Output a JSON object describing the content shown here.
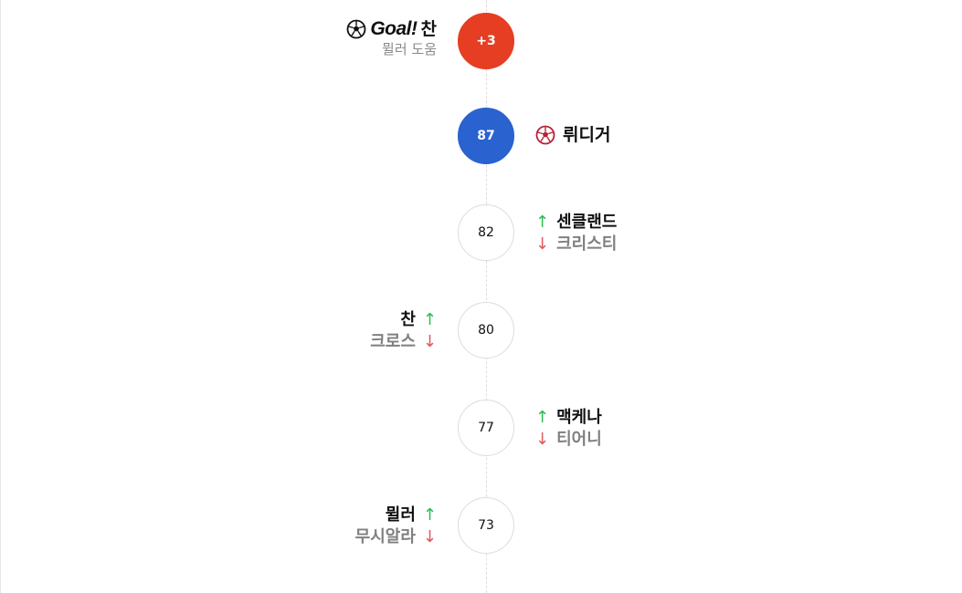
{
  "colors": {
    "goal_red": "#e53e22",
    "goal_blue": "#2a62cf",
    "sub_in_arrow": "#2dbb52",
    "sub_out_arrow": "#e0595a",
    "own_goal_ball": "#b8213a"
  },
  "events": [
    {
      "type": "goal",
      "side": "left",
      "minute": "+3",
      "goal_label": "Goal!",
      "scorer": "찬",
      "assist": "뮐러 도움",
      "icon": "soccer-ball-icon"
    },
    {
      "type": "own-goal",
      "side": "right",
      "minute": "87",
      "scorer": "뤼디거",
      "icon": "soccer-ball-red-icon"
    },
    {
      "type": "substitution",
      "side": "right",
      "minute": "82",
      "player_in": "센클랜드",
      "player_out": "크리스티",
      "in_icon": "arrow-up-icon",
      "out_icon": "arrow-down-icon",
      "in_arrow": "↑",
      "out_arrow": "↓"
    },
    {
      "type": "substitution",
      "side": "left",
      "minute": "80",
      "player_in": "찬",
      "player_out": "크로스",
      "in_arrow": "↑",
      "out_arrow": "↓"
    },
    {
      "type": "substitution",
      "side": "right",
      "minute": "77",
      "player_in": "맥케나",
      "player_out": "티어니",
      "in_arrow": "↑",
      "out_arrow": "↓"
    },
    {
      "type": "substitution",
      "side": "left",
      "minute": "73",
      "player_in": "뮐러",
      "player_out": "무시알라",
      "in_arrow": "↑",
      "out_arrow": "↓"
    }
  ]
}
